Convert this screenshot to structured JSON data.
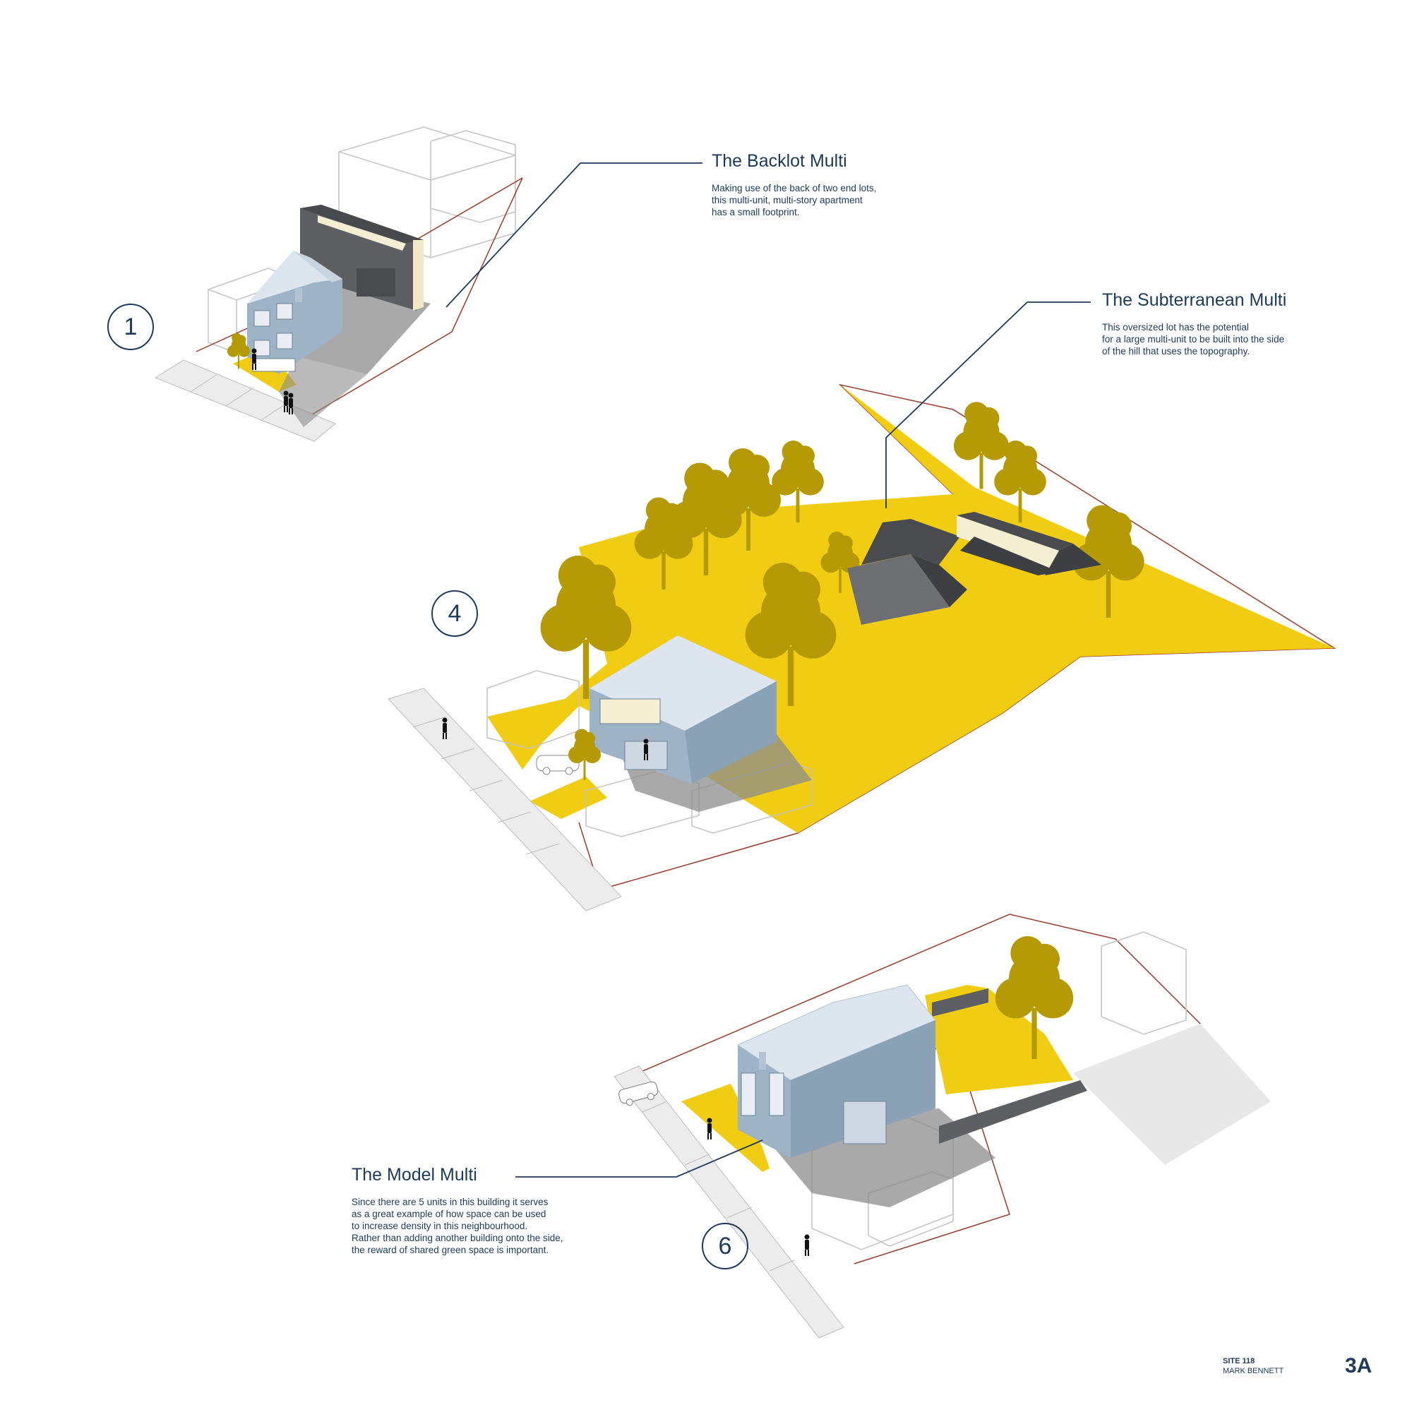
{
  "colors": {
    "accent_yellow": "#f0cd12",
    "tree_olive": "#b59a05",
    "ink": "#1e3a5c",
    "house_blue": "#9fb3c6",
    "dark_grey": "#5e5f63",
    "lot_line": "#9b3b2a"
  },
  "sites": [
    {
      "number": "1",
      "title": "The Backlot Multi",
      "description": [
        "Making use of the back of two end lots,",
        "this multi-unit, multi-story apartment",
        "has a small footprint."
      ]
    },
    {
      "number": "4",
      "title": "The Subterranean Multi",
      "description": [
        "This oversized lot has the potential",
        "for a large multi-unit to be built into the side",
        "of the hill that uses the topography."
      ]
    },
    {
      "number": "6",
      "title": "The Model Multi",
      "description": [
        "Since there are 5 units in this building it serves",
        "as a great example of how space can be used",
        "to increase density in this neighbourhood.",
        "Rather than adding another building onto the side,",
        "the reward of shared green space is important."
      ]
    }
  ],
  "footer": {
    "site": "SITE 118",
    "author": "MARK BENNETT",
    "sheet": "3A"
  }
}
